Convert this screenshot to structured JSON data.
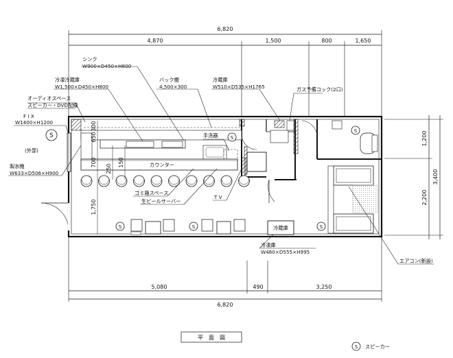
{
  "dimensions": {
    "top_total": "6,820",
    "top_segments": [
      "4,870",
      "1,500",
      "800",
      "1,650"
    ],
    "bottom_segments": [
      "5,080",
      "490",
      "3,250"
    ],
    "bottom_total": "6,820",
    "right_segments": [
      "1,200",
      "2,200"
    ],
    "right_total": "3,400",
    "left_vertical": [
      "650",
      "300",
      "700",
      "250",
      "150",
      "1,750"
    ]
  },
  "labels": {
    "sink": "シンク",
    "sink_spec": "W900×D450×H800",
    "freezer_fridge": "冷凍冷蔵庫",
    "freezer_fridge_spec": "W1,500×D450×H800",
    "back_shelf": "バック棚",
    "back_shelf_spec": "4,500×300",
    "fridge": "冷蔵庫",
    "fridge_spec": "W510×D535×H1765",
    "gas_stove": "ガス予備コック(2口)",
    "audio_space": "オーディオスペース",
    "speaker_dvd": "スピーカー・DVD配線",
    "fix": "F I X",
    "fix_spec": "W1400×H1200",
    "outside": "(外部)",
    "ice_maker": "製氷機",
    "ice_maker_spec": "W633×D506×H900",
    "hand_wash": "手洗器",
    "counter": "カウンター",
    "trash_space": "ゴミ箱スペース",
    "beer_server": "生ビールサーバー",
    "tv": "T V",
    "fridge_box": "冷蔵庫",
    "freezer": "冷凍庫",
    "freezer_spec": "W480×D555×H995",
    "aircon": "エアコン(新設)",
    "title": "平　面　図",
    "legend_s": "S",
    "legend_text": "スピーカー"
  },
  "speaker_symbol": "S"
}
